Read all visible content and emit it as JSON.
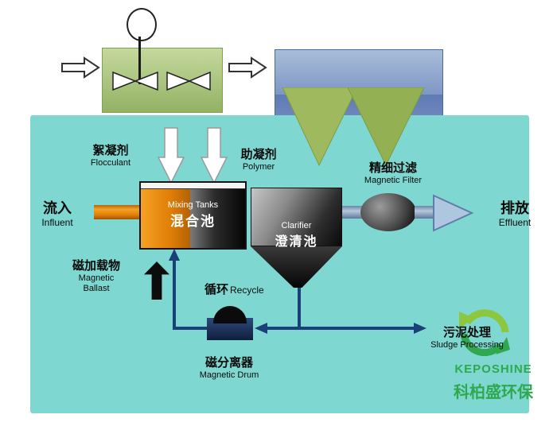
{
  "colors": {
    "panel_cyan": "#7ED8D1",
    "pipe_orange": "#E8820C",
    "line_navy": "#1B3F78",
    "logo_green": "#2FA84F",
    "mix_tank_green": "#A9C47E",
    "settling_tank_blue": "#7E97C4",
    "triangle_green": "#9CB85C"
  },
  "labels": {
    "flocculant": {
      "zh": "絮凝剂",
      "en": "Flocculant"
    },
    "polymer": {
      "zh": "助凝剂",
      "en": "Polymer"
    },
    "influent": {
      "zh": "流入",
      "en": "Influent"
    },
    "effluent": {
      "zh": "排放",
      "en": "Effluent"
    },
    "magnetic_filter": {
      "zh": "精细过滤",
      "en": "Magnetic Filter"
    },
    "magnetic_ballast": {
      "zh": "磁加载物",
      "en": "Magnetic Ballast"
    },
    "recycle": {
      "zh": "循环",
      "en": "Recycle"
    },
    "magnetic_drum": {
      "zh": "磁分离器",
      "en": "Magnetic Drum"
    },
    "sludge_processing": {
      "zh": "污泥处理",
      "en": "Sludge Processing"
    }
  },
  "equipment": {
    "mixing_tanks": {
      "en": "Mixing Tanks",
      "zh": "混合池"
    },
    "clarifier": {
      "en": "Clarifier",
      "zh": "澄清池"
    }
  },
  "logo": {
    "name": "KEPOSHINE",
    "zh": "科柏盛环保"
  }
}
